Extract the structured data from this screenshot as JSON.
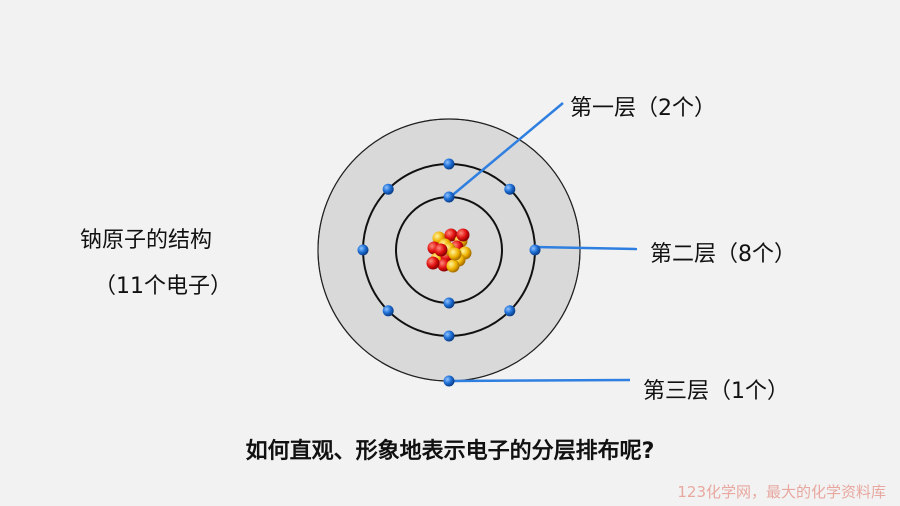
{
  "title": "钠原子的结构",
  "subtitle": "（11个电子）",
  "shells": [
    {
      "label": "第一层（2个）",
      "electrons": 2
    },
    {
      "label": "第二层（8个）",
      "electrons": 8
    },
    {
      "label": "第三层（1个）",
      "electrons": 1
    }
  ],
  "question": "如何直观、形象地表示电子的分层排布呢?",
  "watermark": "123化学网，最大的化学资料库",
  "colors": {
    "background": "#f2f2f2",
    "outer_disc": "#d9d9d9",
    "orbit": "#111111",
    "electron": "#1f6fd6",
    "leader_line": "#2f7fe0",
    "watermark": "#e8a8a0"
  }
}
